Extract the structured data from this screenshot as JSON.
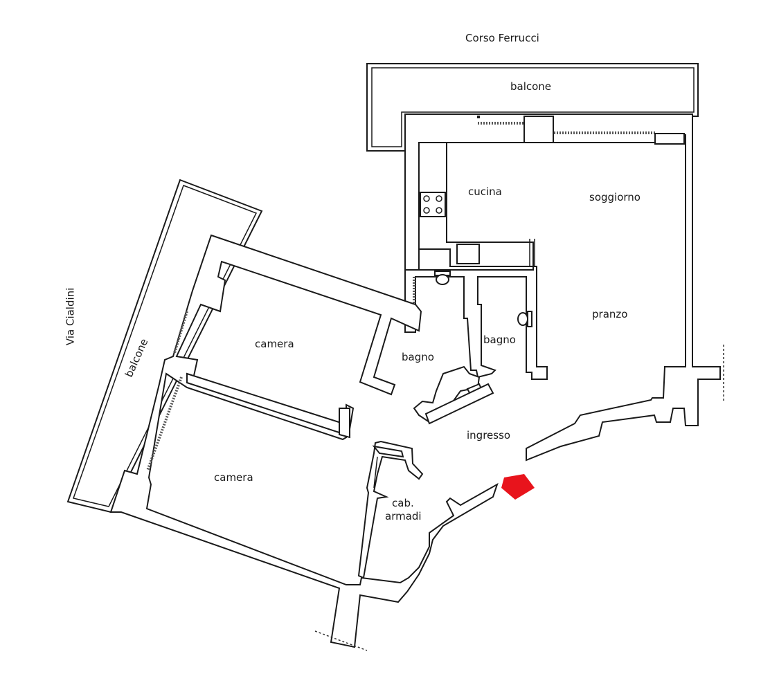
{
  "streets": {
    "top": "Corso Ferrucci",
    "left": "Via Cialdini"
  },
  "rooms": {
    "balcone_top": "balcone",
    "balcone_left": "balcone",
    "cucina": "cucina",
    "soggiorno": "soggiorno",
    "pranzo": "pranzo",
    "bagno_1": "bagno",
    "bagno_2": "bagno",
    "camera_1": "camera",
    "camera_2": "camera",
    "ingresso": "ingresso",
    "cabina_line1": "cab.",
    "cabina_line2": "armadi"
  },
  "colors": {
    "entrance_arrow": "#e8141c",
    "walls": "#1a1a1a"
  },
  "icons": {
    "entrance": "entrance-arrow-icon",
    "stove": "stove-icon",
    "sink": "sink-icon",
    "toilet": "toilet-icon"
  }
}
